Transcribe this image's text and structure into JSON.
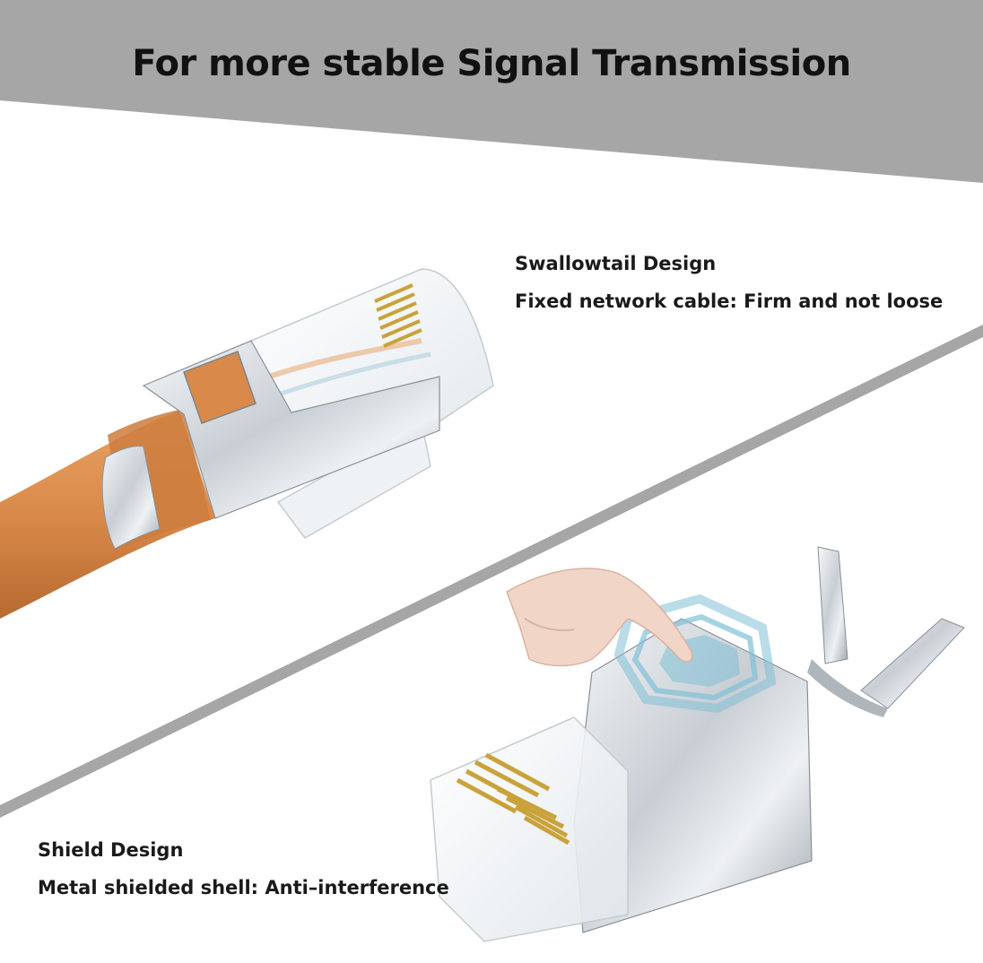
{
  "banner": {
    "headline": "For more stable Signal Transmission",
    "background_color": "#a6a6a6"
  },
  "features": [
    {
      "title": "Swallowtail Design",
      "description": "Fixed network cable: Firm and not loose"
    },
    {
      "title": "Shield Design",
      "description": "Metal shielded shell: Anti–interference"
    }
  ],
  "colors": {
    "divider": "#a6a6a6",
    "cable": "#d98a4a",
    "metal": "#d9dde2",
    "contacts": "#c9a23a",
    "shield_icon": "#7fc0d6"
  },
  "icons": [
    "rj45-connector-icon",
    "shield-icon",
    "hand-icon"
  ]
}
